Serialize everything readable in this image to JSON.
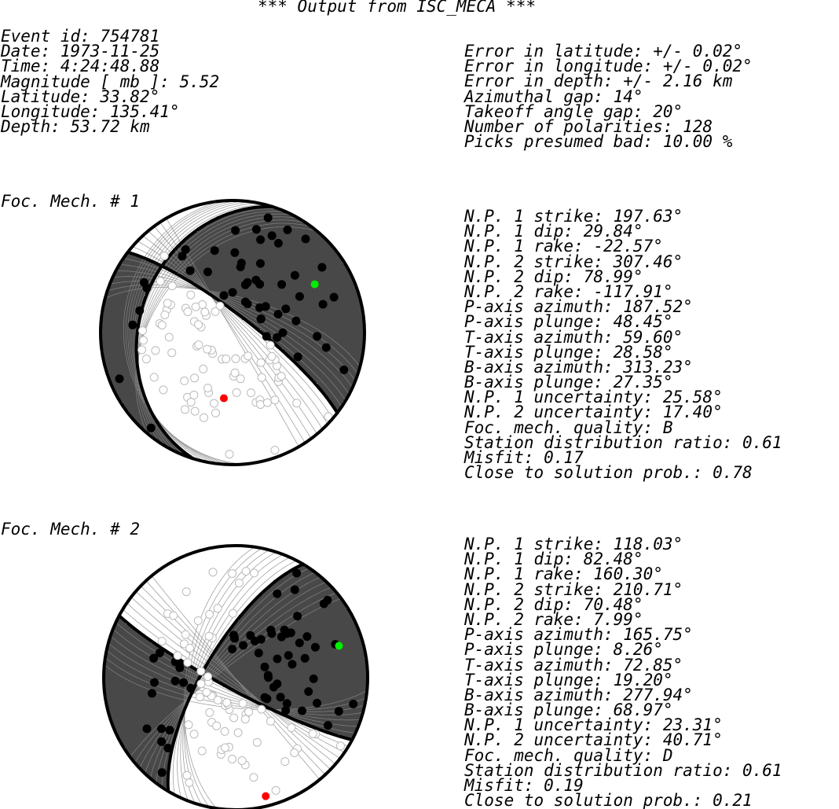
{
  "title": "*** Output from ISC_MECA ***",
  "event_info": [
    "Event id: 754781",
    "Date: 1973-11-25",
    "Time: 4:24:48.88",
    "Magnitude [ mb ]: 5.52",
    "Latitude: 33.82°",
    "Longitude: 135.41°",
    "Depth: 53.72 km"
  ],
  "error_info": [
    "Error in latitude: +/- 0.02°",
    "Error in longitude: +/- 0.02°",
    "Error in depth: +/- 2.16 km",
    "Azimuthal gap: 14°",
    "Takeoff angle gap: 20°",
    "Number of polarities: 128",
    "Picks presumed bad: 10.00 %"
  ],
  "mechanisms": [
    {
      "label": "Foc. Mech. # 1",
      "strike1": 197.63,
      "dip1": 29.84,
      "strike2": 307.46,
      "dip2": 78.99,
      "p_azimuth": 187.52,
      "p_plunge": 48.45,
      "t_azimuth": 59.6,
      "t_plunge": 28.58,
      "lines": [
        "N.P. 1 strike: 197.63°",
        "N.P. 1 dip: 29.84°",
        "N.P. 1 rake: -22.57°",
        "N.P. 2 strike: 307.46°",
        "N.P. 2 dip: 78.99°",
        "N.P. 2 rake: -117.91°",
        "P-axis azimuth: 187.52°",
        "P-axis plunge: 48.45°",
        "T-axis azimuth: 59.60°",
        "T-axis plunge: 28.58°",
        "B-axis azimuth: 313.23°",
        "B-axis plunge: 27.35°",
        "N.P. 1 uncertainty: 25.58°",
        "N.P. 2 uncertainty: 17.40°",
        "Foc. mech. quality: B",
        "Station distribution ratio: 0.61",
        "Misfit: 0.17",
        "Close to solution prob.: 0.78"
      ]
    },
    {
      "label": "Foc. Mech. # 2",
      "strike1": 118.03,
      "dip1": 82.48,
      "strike2": 210.71,
      "dip2": 70.48,
      "p_azimuth": 165.75,
      "p_plunge": 8.26,
      "t_azimuth": 72.85,
      "t_plunge": 19.2,
      "lines": [
        "N.P. 1 strike: 118.03°",
        "N.P. 1 dip: 82.48°",
        "N.P. 1 rake: 160.30°",
        "N.P. 2 strike: 210.71°",
        "N.P. 2 dip: 70.48°",
        "N.P. 2 rake: 7.99°",
        "P-axis azimuth: 165.75°",
        "P-axis plunge: 8.26°",
        "T-axis azimuth: 72.85°",
        "T-axis plunge: 19.20°",
        "B-axis azimuth: 277.94°",
        "B-axis plunge: 68.97°",
        "N.P. 1 uncertainty: 23.31°",
        "N.P. 2 uncertainty: 40.71°",
        "Foc. mech. quality: D",
        "Station distribution ratio: 0.61",
        "Misfit: 0.19",
        "Close to solution prob.: 0.21"
      ]
    }
  ],
  "colors": {
    "compressional_fill": "#484848",
    "dilatational_fill": "#ffffff",
    "uncertainty_lines": "#8a8a8a",
    "outline": "#000000",
    "compression_polarity": "#000000",
    "dilatation_polarity": "#ffffff",
    "p_axis": "#ff0000",
    "t_axis": "#00ee00"
  }
}
